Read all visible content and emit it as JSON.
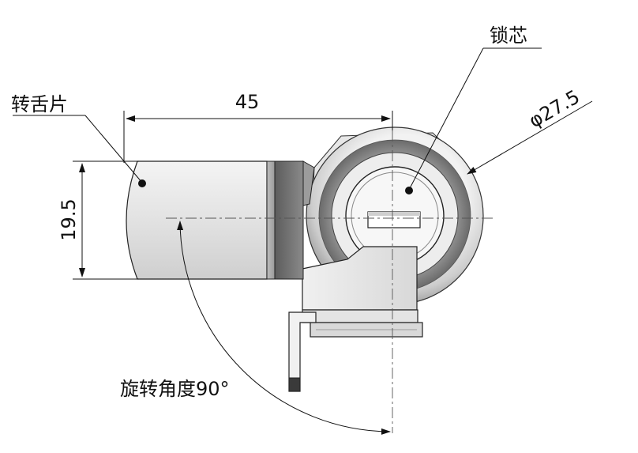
{
  "labels": {
    "tongue": "转舌片",
    "core": "锁芯",
    "width_dim": "45",
    "height_dim": "19.5",
    "diameter_dim": "φ27.5",
    "rotation": "旋转角度90°"
  },
  "colors": {
    "line": "#111111",
    "metal_light": "#f2f2f2",
    "metal_mid": "#c9c9c9",
    "metal_dark": "#6f6f6f",
    "background": "#ffffff"
  }
}
